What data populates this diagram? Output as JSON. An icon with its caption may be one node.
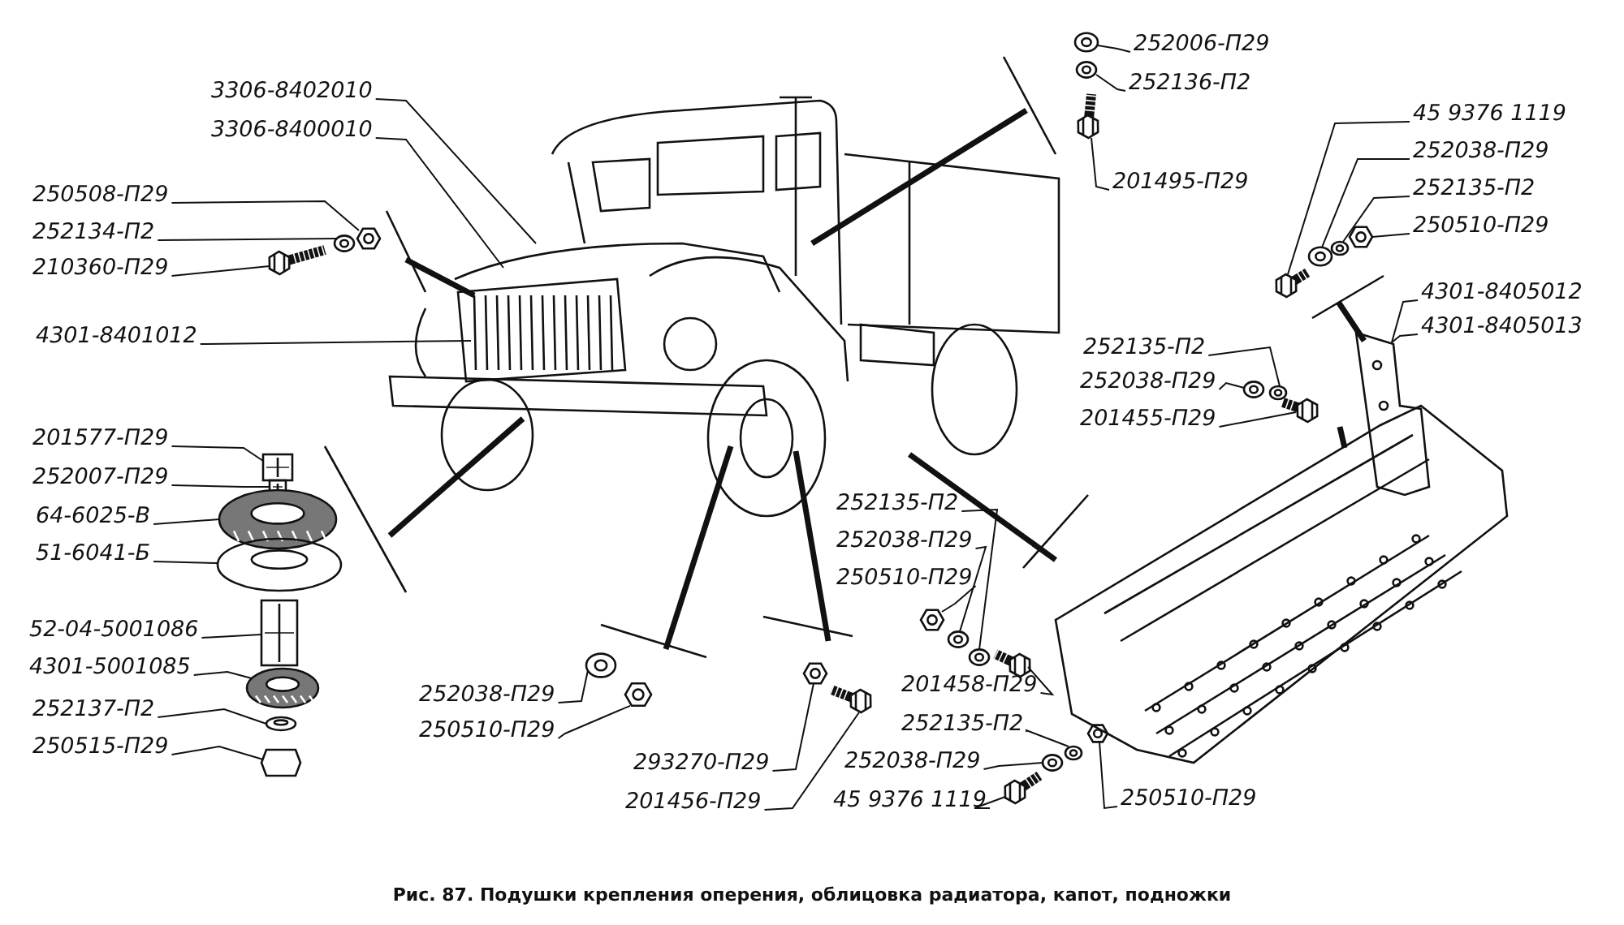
{
  "diagram": {
    "caption": "Рис. 87. Подушки крепления оперения, облицовка радиатора, капот, подножки",
    "nodes": [
      {
        "text": [
          "3306-8402010"
        ]
      },
      {
        "text": [
          "3306-8400010"
        ]
      },
      {
        "text": [
          "250508-П29"
        ]
      },
      {
        "text": [
          "252134-П2"
        ]
      },
      {
        "text": [
          "210360-П29"
        ]
      },
      {
        "text": [
          "4301-8401012"
        ]
      },
      {
        "text": [
          "252006-П29"
        ]
      },
      {
        "text": [
          "252136-П2"
        ]
      },
      {
        "text": [
          "201495-П29"
        ]
      },
      {
        "text": [
          "45 9376 1119"
        ]
      },
      {
        "text": [
          "252038-П29"
        ]
      },
      {
        "text": [
          "252135-П2"
        ]
      },
      {
        "text": [
          "250510-П29"
        ]
      },
      {
        "text": [
          "4301-8405012"
        ]
      },
      {
        "text": [
          "4301-8405013"
        ]
      },
      {
        "text": [
          "252135-П2"
        ]
      },
      {
        "text": [
          "252038-П29"
        ]
      },
      {
        "text": [
          "201455-П29"
        ]
      },
      {
        "text": [
          "201577-П29"
        ]
      },
      {
        "text": [
          "252007-П29"
        ]
      },
      {
        "text": [
          "64-6025-В"
        ]
      },
      {
        "text": [
          "51-6041-Б"
        ]
      },
      {
        "text": [
          "52-04-5001086"
        ]
      },
      {
        "text": [
          "4301-5001085"
        ]
      },
      {
        "text": [
          "252137-П2"
        ]
      },
      {
        "text": [
          "250515-П29"
        ]
      },
      {
        "text": [
          "252135-П2"
        ]
      },
      {
        "text": [
          "252038-П29"
        ]
      },
      {
        "text": [
          "250510-П29"
        ]
      },
      {
        "text": [
          "201458-П29"
        ]
      },
      {
        "text": [
          "252135-П2"
        ]
      },
      {
        "text": [
          "252038-П29"
        ]
      },
      {
        "text": [
          "45 9376 1119"
        ]
      },
      {
        "text": [
          "250510-П29"
        ]
      },
      {
        "text": [
          "252038-П29"
        ]
      },
      {
        "text": [
          "250510-П29"
        ]
      },
      {
        "text": [
          "293270-П29"
        ]
      },
      {
        "text": [
          "201456-П29"
        ]
      },
      {
        "text": [],
        "shape": "picture"
      },
      {
        "text": [],
        "shape": "picture"
      },
      {
        "text": [],
        "shape": "picture"
      },
      {
        "text": [],
        "shape": "picture"
      },
      {
        "text": [],
        "shape": "picture"
      },
      {
        "text": [],
        "shape": "picture"
      },
      {
        "text": [],
        "shape": "picture"
      },
      {
        "text": [],
        "shape": "picture"
      },
      {
        "text": [],
        "shape": "picture"
      },
      {
        "text": [],
        "shape": "picture"
      },
      {
        "text": [],
        "shape": "picture"
      },
      {
        "text": [],
        "shape": "picture"
      },
      {
        "text": [],
        "shape": "picture"
      },
      {
        "text": [],
        "shape": "picture"
      },
      {
        "text": [],
        "shape": "picture"
      },
      {
        "text": [],
        "shape": "picture"
      },
      {
        "text": [],
        "shape": "picture"
      },
      {
        "text": [],
        "shape": "picture"
      },
      {
        "text": [],
        "shape": "picture"
      },
      {
        "text": [],
        "shape": "picture"
      },
      {
        "text": [],
        "shape": "picture"
      },
      {
        "text": [],
        "shape": "picture"
      },
      {
        "text": [],
        "shape": "picture"
      },
      {
        "text": [],
        "shape": "picture"
      },
      {
        "text": [],
        "shape": "picture"
      },
      {
        "text": [],
        "shape": "picture"
      },
      {
        "text": [],
        "shape": "picture"
      },
      {
        "text": [],
        "shape": "picture"
      },
      {
        "text": [],
        "shape": "picture"
      },
      {
        "text": [],
        "shape": "picture"
      },
      {
        "text": [],
        "shape": "picture"
      },
      {
        "text": [],
        "shape": "picture"
      },
      {
        "text": [],
        "shape": "picture"
      },
      {
        "text": [],
        "shape": "picture"
      },
      {
        "text": [],
        "shape": "picture"
      }
    ],
    "edges": [
      {
        "from": 0,
        "to": null,
        "arrow": "none"
      },
      {
        "from": 1,
        "to": null,
        "arrow": "none"
      },
      {
        "from": 2,
        "to": 38,
        "arrow": "none"
      },
      {
        "from": 3,
        "to": 39,
        "arrow": "none"
      },
      {
        "from": 4,
        "to": 40,
        "arrow": "none"
      },
      {
        "from": 5,
        "to": null,
        "arrow": "none"
      },
      {
        "from": 6,
        "to": 41,
        "arrow": "none"
      },
      {
        "from": 7,
        "to": 42,
        "arrow": "none"
      },
      {
        "from": 8,
        "to": 43,
        "arrow": "none"
      },
      {
        "from": 9,
        "to": 44,
        "arrow": "none"
      },
      {
        "from": 10,
        "to": 45,
        "arrow": "none"
      },
      {
        "from": 11,
        "to": 46,
        "arrow": "none"
      },
      {
        "from": 12,
        "to": 47,
        "arrow": "none"
      },
      {
        "from": 13,
        "to": 48,
        "arrow": "none"
      },
      {
        "from": 14,
        "to": 48,
        "arrow": "none"
      },
      {
        "from": 15,
        "to": 49,
        "arrow": "none"
      },
      {
        "from": 16,
        "to": 50,
        "arrow": "none"
      },
      {
        "from": 17,
        "to": 51,
        "arrow": "none"
      },
      {
        "from": 18,
        "to": 52,
        "arrow": "none"
      },
      {
        "from": 19,
        "to": 53,
        "arrow": "none"
      },
      {
        "from": 20,
        "to": 54,
        "arrow": "none"
      },
      {
        "from": 21,
        "to": 55,
        "arrow": "none"
      },
      {
        "from": 22,
        "to": 56,
        "arrow": "none"
      },
      {
        "from": 23,
        "to": 57,
        "arrow": "none"
      },
      {
        "from": 24,
        "to": 58,
        "arrow": "none"
      },
      {
        "from": 25,
        "to": 59,
        "arrow": "none"
      },
      {
        "from": 26,
        "to": 60,
        "arrow": "none"
      },
      {
        "from": 27,
        "to": 61,
        "arrow": "none"
      },
      {
        "from": 28,
        "to": 62,
        "arrow": "none"
      },
      {
        "from": 29,
        "to": 63,
        "arrow": "none"
      },
      {
        "from": 30,
        "to": 64,
        "arrow": "none"
      },
      {
        "from": 31,
        "to": 65,
        "arrow": "none"
      },
      {
        "from": 32,
        "to": 66,
        "arrow": "none"
      },
      {
        "from": 33,
        "to": 67,
        "arrow": "none"
      },
      {
        "from": 34,
        "to": 68,
        "arrow": "none"
      },
      {
        "from": 35,
        "to": 69,
        "arrow": "none"
      },
      {
        "from": 36,
        "to": 70,
        "arrow": "none"
      },
      {
        "from": 37,
        "to": 71,
        "arrow": "none"
      },
      {
        "from": 48,
        "to": null,
        "arrow": "none",
        "style": "thick"
      },
      {
        "from": 72,
        "to": null,
        "arrow": "none",
        "style": "thick"
      }
    ]
  }
}
